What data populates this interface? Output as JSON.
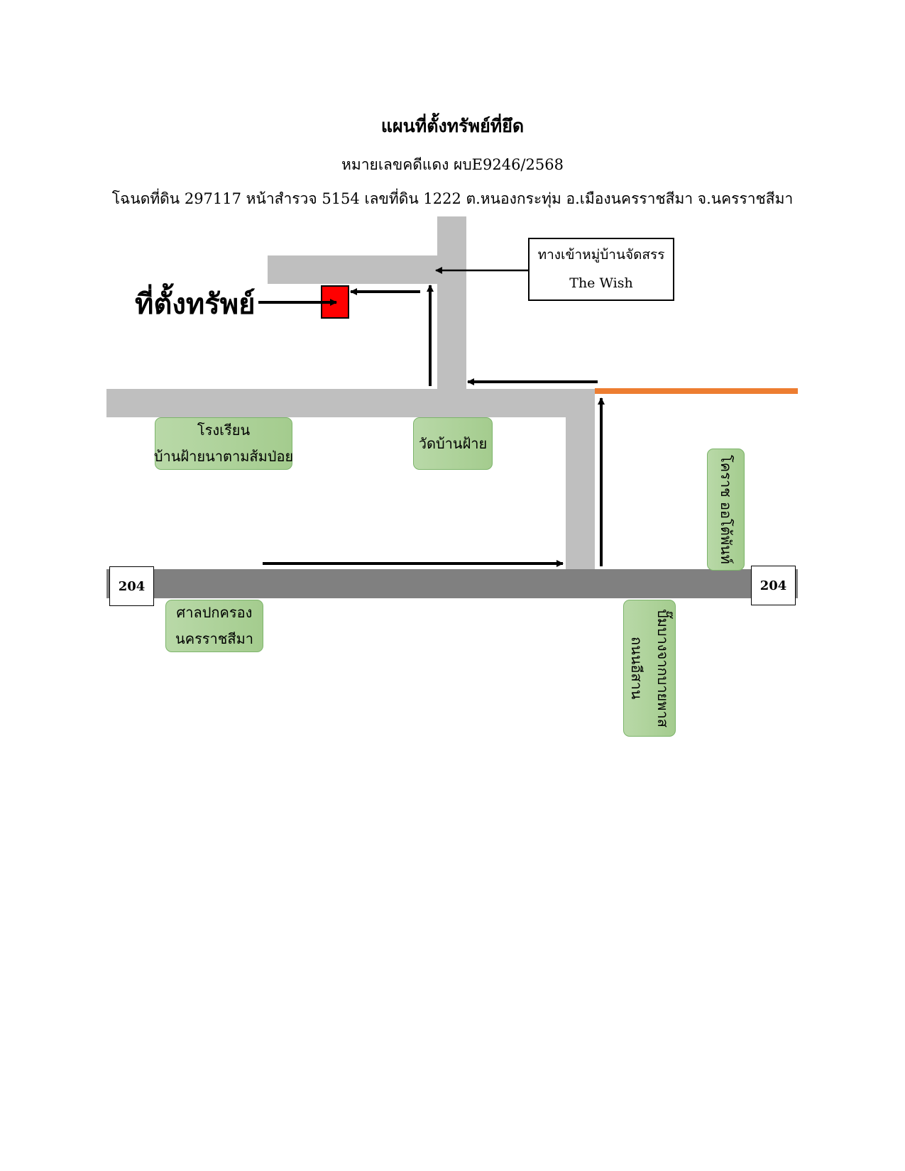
{
  "header": {
    "title": "แผนที่ตั้งทรัพย์ที่ยึด",
    "case_number": "หมายเลขคดีแดง ผบE9246/2568",
    "deed_info": "โฉนดที่ดิน 297117 หน้าสำรวจ 5154 เลขที่ดิน 1222 ต.หนองกระทุ่ม อ.เมืองนครราชสีมา จ.นครราชสีมา"
  },
  "map": {
    "property_label": "ที่ตั้งทรัพย์",
    "highway_number": "204",
    "village_entrance": {
      "line1": "ทางเข้าหมู่บ้านจัดสรร",
      "line2": "The Wish"
    },
    "landmarks": {
      "school": {
        "line1": "โรงเรียน",
        "line2": "บ้านฝ้ายนาตามส้มป่อย"
      },
      "temple": "วัดบ้านฝ้าย",
      "court": {
        "line1": "ศาลปกครอง",
        "line2": "นครราชสีมา"
      },
      "korat_auto": "โคราช ออโต้พันท์",
      "gas_station": {
        "line1": "ปั๊มบางจากบายพาส",
        "line2": "ถนนอีสาน"
      }
    },
    "colors": {
      "main_road": "#808080",
      "local_road": "#bfbfbf",
      "orange_road": "#ed7d31",
      "property_marker": "#ff0000",
      "landmark_fill": "#a9d18e"
    }
  }
}
